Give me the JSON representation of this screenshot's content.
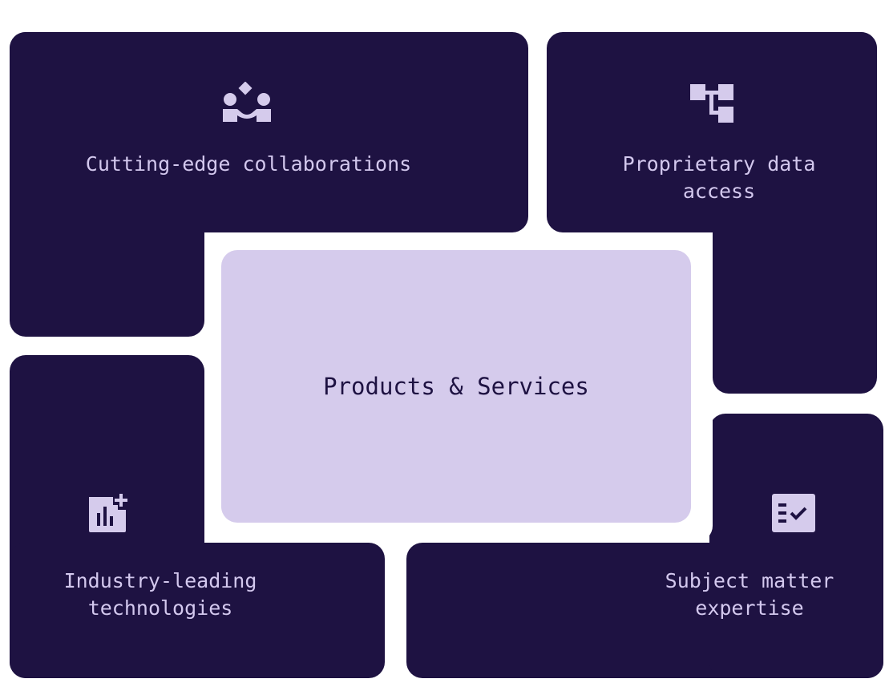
{
  "center": {
    "label": "Products & Services"
  },
  "nodes": [
    {
      "label": "Cutting-edge collaborations",
      "icon": "collaboration-icon"
    },
    {
      "label": "Proprietary data access",
      "icon": "hierarchy-icon"
    },
    {
      "label": "Industry-leading technologies",
      "icon": "chart-add-icon"
    },
    {
      "label": "Subject matter expertise",
      "icon": "checklist-icon"
    }
  ],
  "colors": {
    "dark": "#1e1242",
    "light": "#d5cbec",
    "text": "#d3c8ee"
  }
}
